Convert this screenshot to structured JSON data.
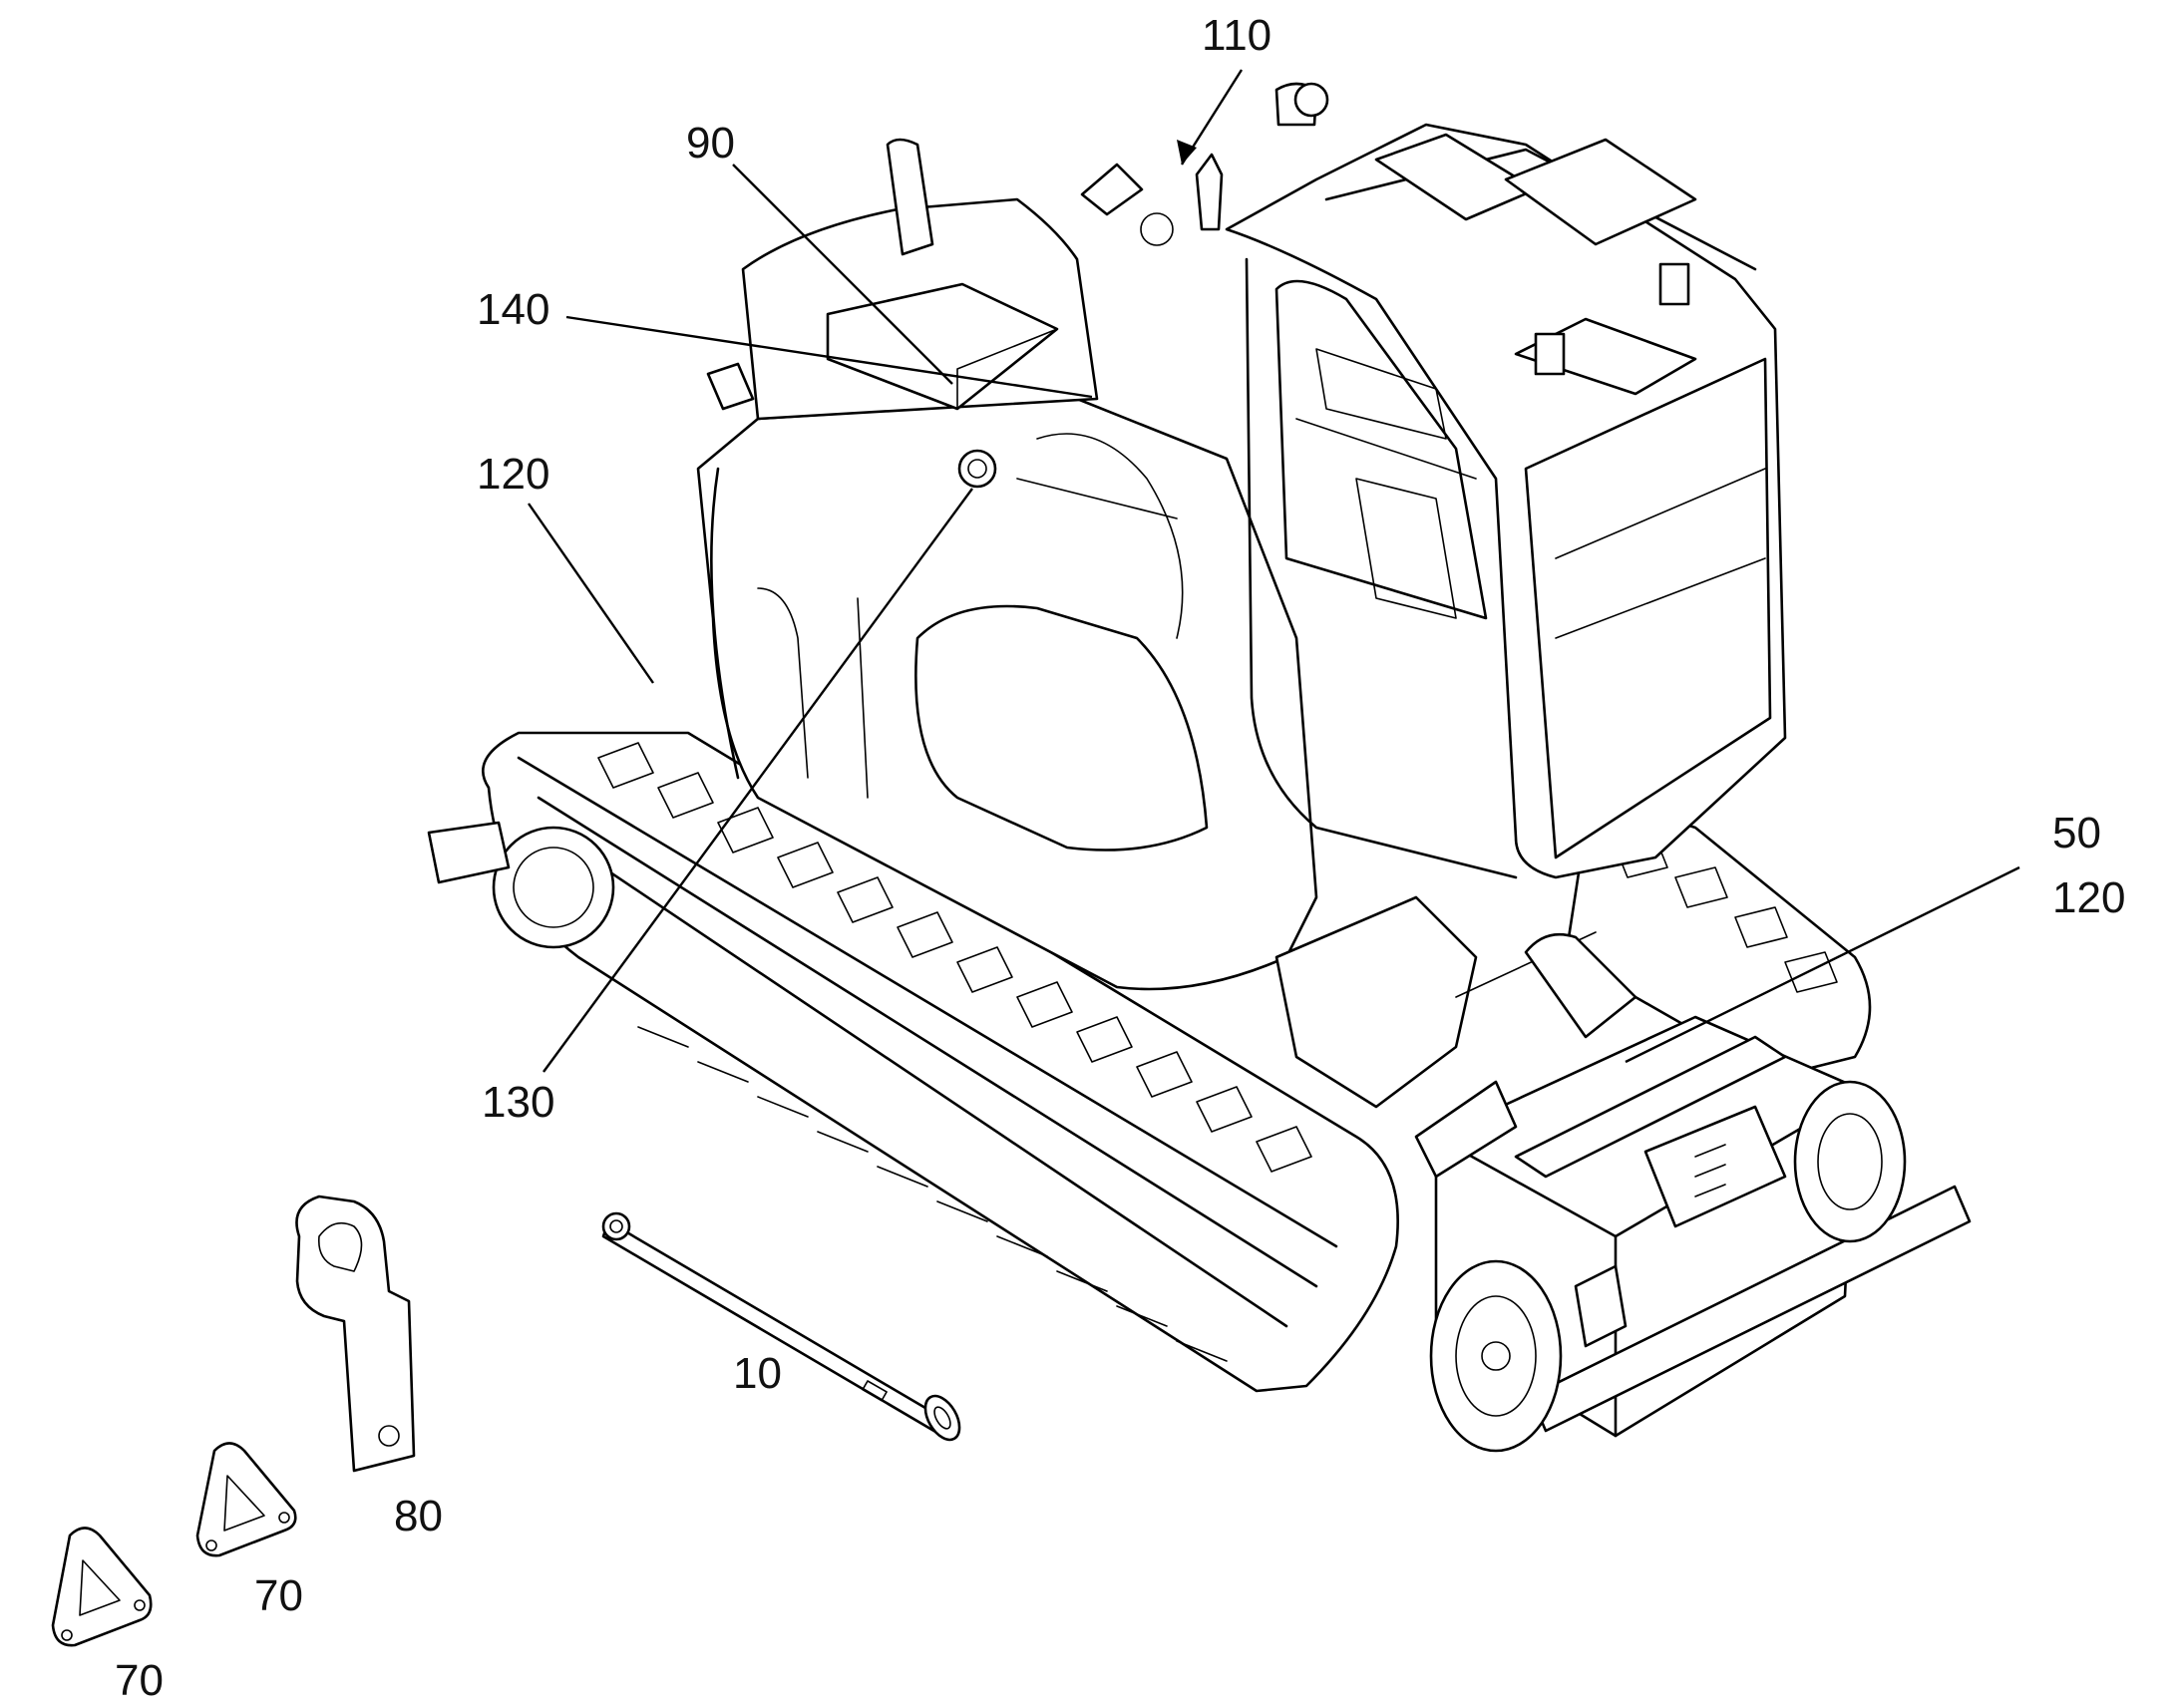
{
  "labels": {
    "l110": "110",
    "l90": "90",
    "l140": "140",
    "l120_left": "120",
    "l50": "50",
    "l120_right": "120",
    "l130": "130",
    "l10": "10",
    "l80": "80",
    "l70_mid": "70",
    "l70_bottom": "70"
  },
  "colors": {
    "line": "#000000",
    "background": "#ffffff"
  }
}
